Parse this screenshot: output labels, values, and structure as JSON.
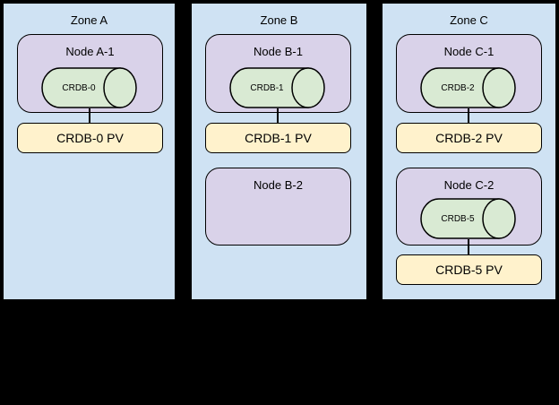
{
  "colors": {
    "zone_fill": "#cfe2f3",
    "node_fill": "#d9d2e9",
    "db_fill": "#d9ead3",
    "pv_fill": "#fff2cc",
    "border_color": "#000000",
    "background": "#000000"
  },
  "zones": [
    {
      "title": "Zone A",
      "node1": {
        "title": "Node A-1",
        "db": "CRDB-0"
      },
      "pv1": "CRDB-0 PV"
    },
    {
      "title": "Zone B",
      "node1": {
        "title": "Node B-1",
        "db": "CRDB-1"
      },
      "pv1": "CRDB-1 PV",
      "node2": {
        "title": "Node B-2"
      }
    },
    {
      "title": "Zone C",
      "node1": {
        "title": "Node C-1",
        "db": "CRDB-2"
      },
      "pv1": "CRDB-2 PV",
      "node2": {
        "title": "Node C-2",
        "db": "CRDB-5"
      },
      "pv2": "CRDB-5 PV"
    }
  ]
}
